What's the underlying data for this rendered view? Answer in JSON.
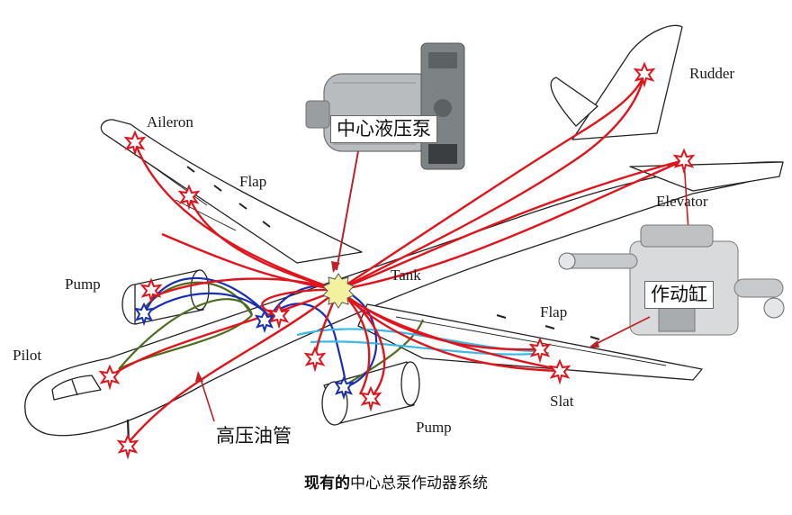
{
  "labels": {
    "aileron": "Aileron",
    "flap_upper": "Flap",
    "flap_lower": "Flap",
    "rudder": "Rudder",
    "elevator": "Elevator",
    "tank": "Tank",
    "pump_left": "Pump",
    "pump_right": "Pump",
    "pilot": "Pilot",
    "slat": "Slat"
  },
  "callouts": {
    "central_pump": "中心液压泵",
    "actuator": "作动缸",
    "high_pressure_line": "高压油管"
  },
  "caption": {
    "bold_part": "现有的",
    "rest": "中心总泵作动器系统"
  },
  "colors": {
    "high_pressure": "#e0141c",
    "return_line": "#1a2fb0",
    "pilot_line": "#4f6b1f",
    "tank_line": "#3bb8e6",
    "tank_fill": "#f3f0a0",
    "star_fill": "#ffffff"
  }
}
